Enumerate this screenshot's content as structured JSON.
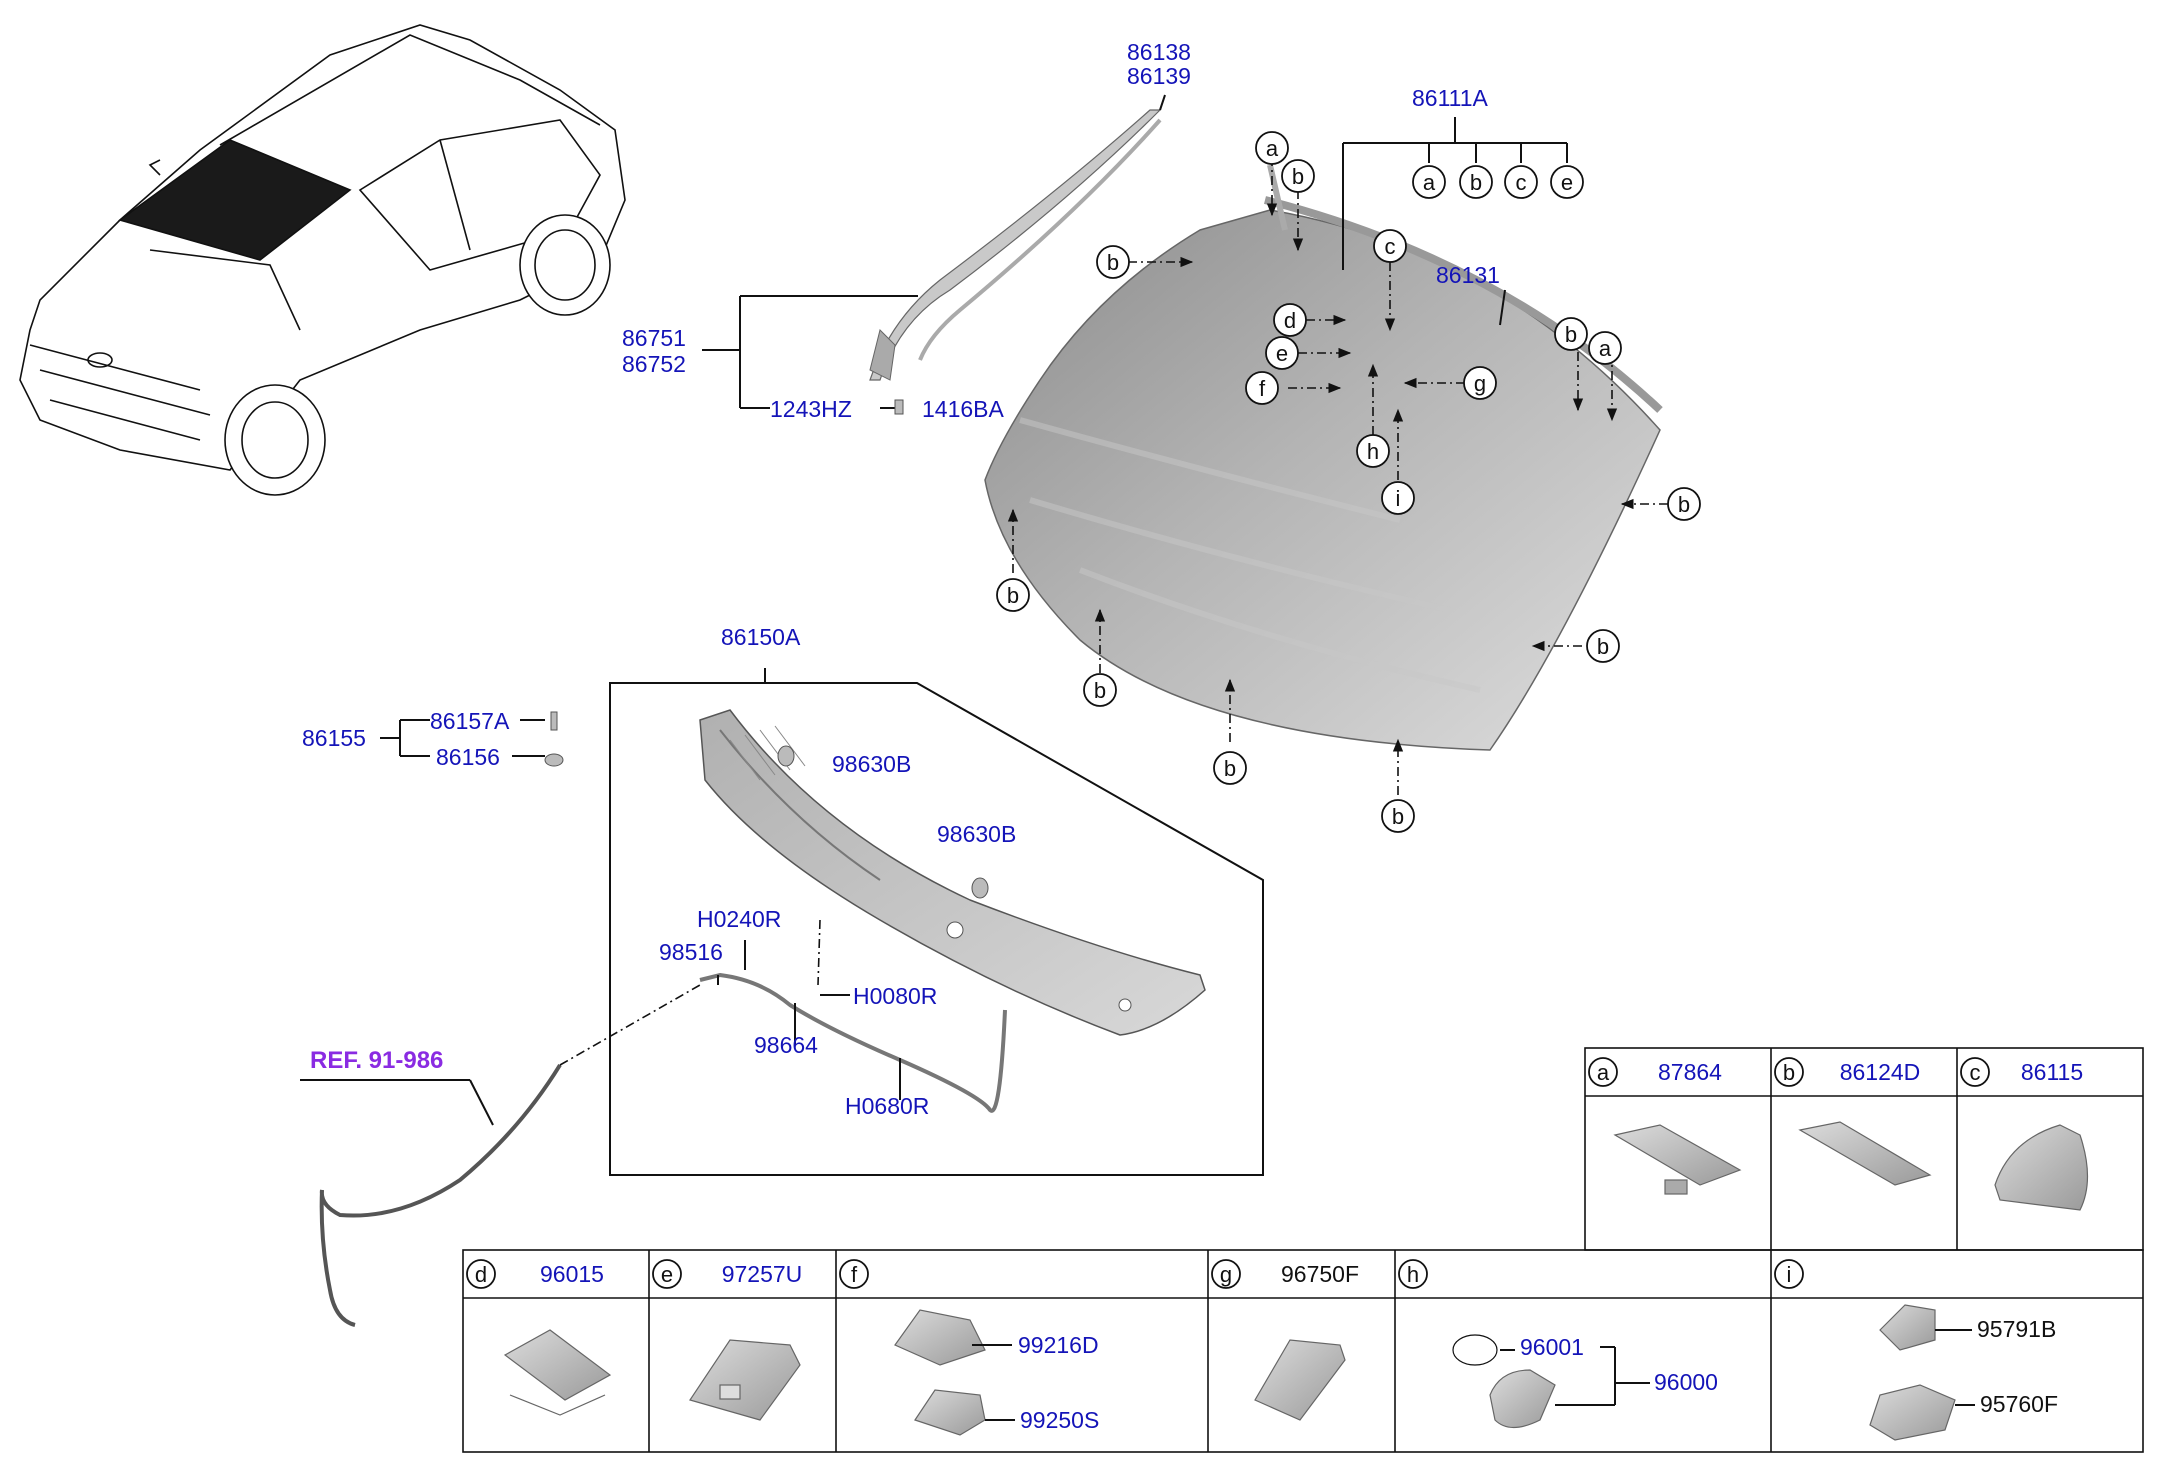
{
  "labels": {
    "p86138": "86138",
    "p86139": "86139",
    "p86111A": "86111A",
    "p86131": "86131",
    "p86751": "86751",
    "p86752": "86752",
    "p1243HZ": "1243HZ",
    "p1416BA": "1416BA",
    "p86150A": "86150A",
    "p86155": "86155",
    "p86157A": "86157A",
    "p86156": "86156",
    "p98630B_1": "98630B",
    "p98630B_2": "98630B",
    "pH0240R": "H0240R",
    "p98516": "98516",
    "pH0080R": "H0080R",
    "p98664": "98664",
    "pH0680R": "H0680R",
    "ref": "REF. 91-986"
  },
  "callouts": {
    "a": "a",
    "b": "b",
    "c": "c",
    "d": "d",
    "e": "e",
    "f": "f",
    "g": "g",
    "h": "h",
    "i": "i"
  },
  "parts_table": {
    "top_row": [
      {
        "letter": "a",
        "part": "87864"
      },
      {
        "letter": "b",
        "part": "86124D"
      },
      {
        "letter": "c",
        "part": "86115"
      }
    ],
    "bottom_row": [
      {
        "letter": "d",
        "part": "96015"
      },
      {
        "letter": "e",
        "part": "97257U"
      },
      {
        "letter": "f",
        "part": ""
      },
      {
        "letter": "g",
        "part": "96750F"
      },
      {
        "letter": "h",
        "part": ""
      },
      {
        "letter": "i",
        "part": ""
      }
    ],
    "f_parts": [
      "99216D",
      "99250S"
    ],
    "h_parts": {
      "sub": "96001",
      "assembly": "96000"
    },
    "i_parts": [
      "95791B",
      "95760F"
    ]
  },
  "colors": {
    "part_number": "#1414b8",
    "reference": "#8a2be2",
    "glass_dark": "#8c8c8c",
    "glass_light": "#d6d6d6",
    "line": "#111111"
  }
}
